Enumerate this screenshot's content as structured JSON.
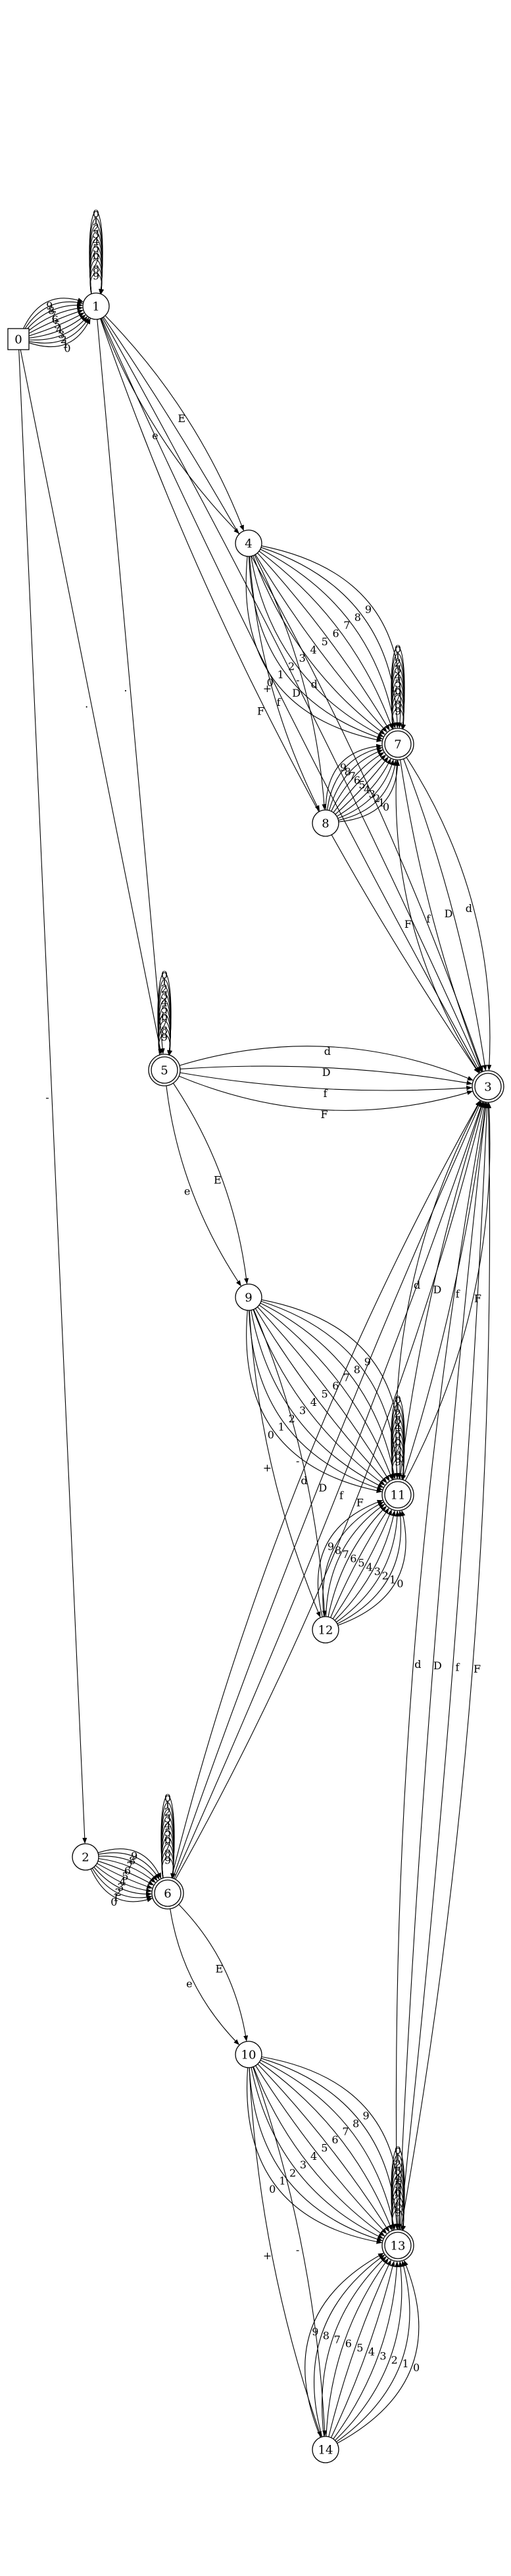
{
  "diagram": {
    "type": "finite-state-automaton",
    "start_state": "0",
    "states": [
      {
        "id": "0",
        "label": "0",
        "shape": "box",
        "accepting": false
      },
      {
        "id": "1",
        "label": "1",
        "accepting": false
      },
      {
        "id": "2",
        "label": "2",
        "accepting": false
      },
      {
        "id": "3",
        "label": "3",
        "accepting": true
      },
      {
        "id": "4",
        "label": "4",
        "accepting": false
      },
      {
        "id": "5",
        "label": "5",
        "accepting": true
      },
      {
        "id": "6",
        "label": "6",
        "accepting": true
      },
      {
        "id": "7",
        "label": "7",
        "accepting": true
      },
      {
        "id": "8",
        "label": "8",
        "accepting": false
      },
      {
        "id": "9",
        "label": "9",
        "accepting": false
      },
      {
        "id": "10",
        "label": "10",
        "accepting": false
      },
      {
        "id": "11",
        "label": "11",
        "accepting": true
      },
      {
        "id": "12",
        "label": "12",
        "accepting": false
      },
      {
        "id": "13",
        "label": "13",
        "accepting": true
      },
      {
        "id": "14",
        "label": "14",
        "accepting": false
      }
    ],
    "edges": [
      {
        "from": "0",
        "to": "1",
        "labels": [
          "9",
          "8",
          "7",
          "6",
          "5",
          "4",
          "3",
          "2",
          "1",
          "0"
        ]
      },
      {
        "from": "0",
        "to": "5",
        "labels": [
          "."
        ]
      },
      {
        "from": "0",
        "to": "2",
        "labels": [
          "-"
        ]
      },
      {
        "from": "1",
        "to": "1",
        "labels": [
          "0",
          "1",
          "2",
          "3",
          "4",
          "5",
          "6",
          "7",
          "8",
          "9"
        ]
      },
      {
        "from": "1",
        "to": "3",
        "labels": [
          "d",
          "D",
          "f",
          "F"
        ]
      },
      {
        "from": "1",
        "to": "4",
        "labels": [
          "E",
          "e"
        ]
      },
      {
        "from": "1",
        "to": "5",
        "labels": [
          "."
        ]
      },
      {
        "from": "4",
        "to": "7",
        "labels": [
          "9",
          "8",
          "7",
          "6",
          "5",
          "4",
          "3",
          "2",
          "1",
          "0"
        ]
      },
      {
        "from": "4",
        "to": "8",
        "labels": [
          "-",
          "+"
        ]
      },
      {
        "from": "7",
        "to": "7",
        "labels": [
          "0",
          "1",
          "2",
          "3",
          "4",
          "5",
          "6",
          "7",
          "8",
          "9"
        ]
      },
      {
        "from": "8",
        "to": "7",
        "labels": [
          "9",
          "8",
          "7",
          "6",
          "5",
          "4",
          "3",
          "2",
          "1",
          "0"
        ]
      },
      {
        "from": "7",
        "to": "3",
        "labels": [
          "d",
          "D",
          "f",
          "F"
        ]
      },
      {
        "from": "5",
        "to": "5",
        "labels": [
          "0",
          "1",
          "2",
          "3",
          "4",
          "5",
          "6",
          "7",
          "8",
          "9"
        ]
      },
      {
        "from": "5",
        "to": "3",
        "labels": [
          "d",
          "D",
          "f",
          "F"
        ]
      },
      {
        "from": "5",
        "to": "9",
        "labels": [
          "E",
          "e"
        ]
      },
      {
        "from": "9",
        "to": "11",
        "labels": [
          "9",
          "8",
          "7",
          "6",
          "5",
          "4",
          "3",
          "2",
          "1",
          "0"
        ]
      },
      {
        "from": "9",
        "to": "12",
        "labels": [
          "-",
          "+"
        ]
      },
      {
        "from": "11",
        "to": "11",
        "labels": [
          "0",
          "1",
          "2",
          "3",
          "4",
          "5",
          "6",
          "7",
          "8",
          "9"
        ]
      },
      {
        "from": "12",
        "to": "11",
        "labels": [
          "9",
          "8",
          "7",
          "6",
          "5",
          "4",
          "3",
          "2",
          "1",
          "0"
        ]
      },
      {
        "from": "11",
        "to": "3",
        "labels": [
          "d",
          "D",
          "f",
          "F"
        ]
      },
      {
        "from": "2",
        "to": "6",
        "labels": [
          "9",
          "8",
          "7",
          "6",
          "5",
          "4",
          "3",
          "2",
          "1",
          "0"
        ]
      },
      {
        "from": "6",
        "to": "6",
        "labels": [
          "0",
          "1",
          "2",
          "3",
          "4",
          "5",
          "6",
          "7",
          "8",
          "9"
        ]
      },
      {
        "from": "6",
        "to": "3",
        "labels": [
          "d",
          "D",
          "f",
          "F"
        ]
      },
      {
        "from": "6",
        "to": "10",
        "labels": [
          "E",
          "e"
        ]
      },
      {
        "from": "10",
        "to": "13",
        "labels": [
          "9",
          "8",
          "7",
          "6",
          "5",
          "4",
          "3",
          "2",
          "1",
          "0"
        ]
      },
      {
        "from": "10",
        "to": "14",
        "labels": [
          "-",
          "+"
        ]
      },
      {
        "from": "13",
        "to": "13",
        "labels": [
          "0",
          "1",
          "2",
          "3",
          "4",
          "5",
          "6",
          "7",
          "8",
          "9"
        ]
      },
      {
        "from": "14",
        "to": "13",
        "labels": [
          "9",
          "8",
          "7",
          "6",
          "5",
          "4",
          "3",
          "2",
          "1",
          "0"
        ]
      },
      {
        "from": "13",
        "to": "3",
        "labels": [
          "d",
          "D",
          "f",
          "F"
        ]
      }
    ]
  }
}
